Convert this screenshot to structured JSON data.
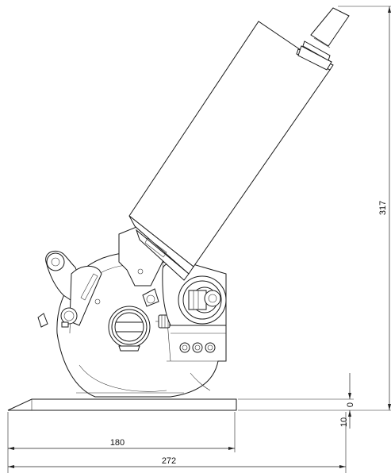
{
  "dimensions": {
    "height_total": "317",
    "base_thickness": "10",
    "zero_mark": "0",
    "width_partial": "180",
    "width_total": "272"
  }
}
